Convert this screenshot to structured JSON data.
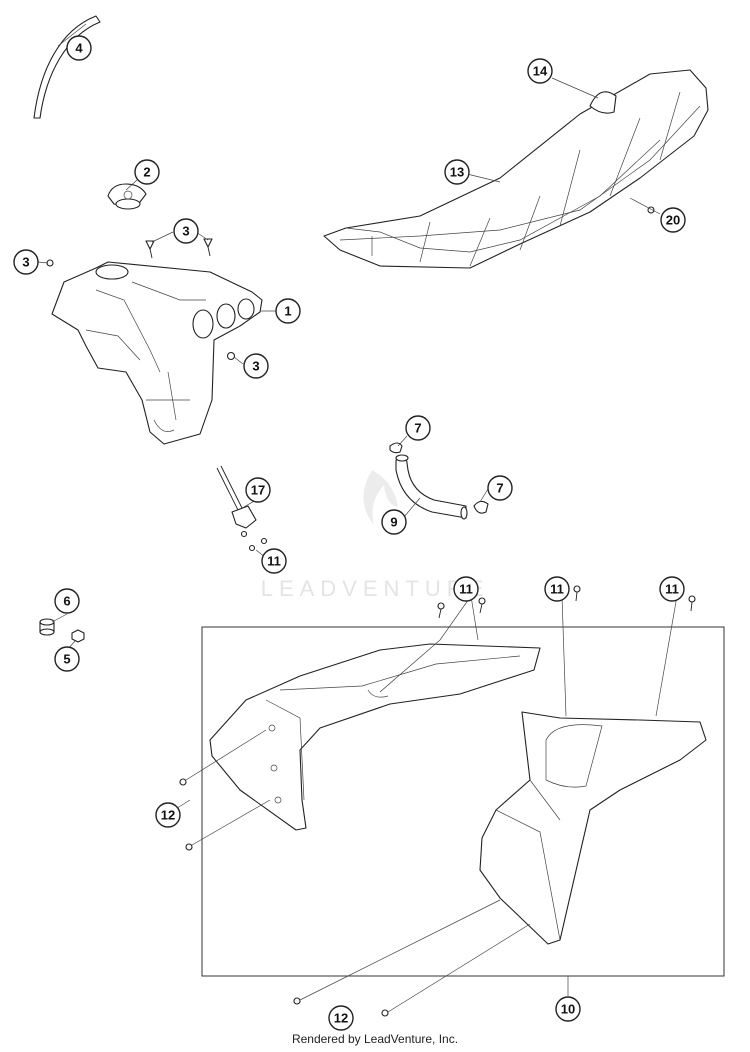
{
  "watermark": "LEADVENTURE",
  "footer": "Rendered by LeadVenture, Inc.",
  "callouts": [
    "1",
    "2",
    "3",
    "3",
    "3",
    "4",
    "5",
    "6",
    "7",
    "7",
    "9",
    "10",
    "11",
    "11",
    "11",
    "11",
    "11",
    "12",
    "12",
    "13",
    "14",
    "17",
    "20"
  ]
}
